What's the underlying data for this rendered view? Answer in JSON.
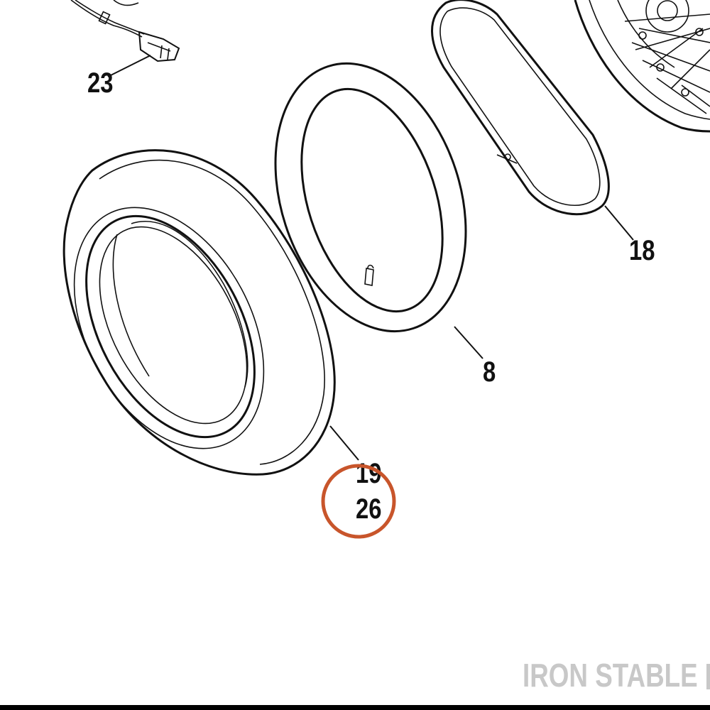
{
  "callouts": {
    "c23": "23",
    "c18": "18",
    "c8": "8",
    "c19": "19",
    "c26": "26"
  },
  "watermark": "IRON STABLE",
  "colors": {
    "line": "#111111",
    "highlight_circle": "#c8552b",
    "watermark": "#c8c8c8"
  }
}
